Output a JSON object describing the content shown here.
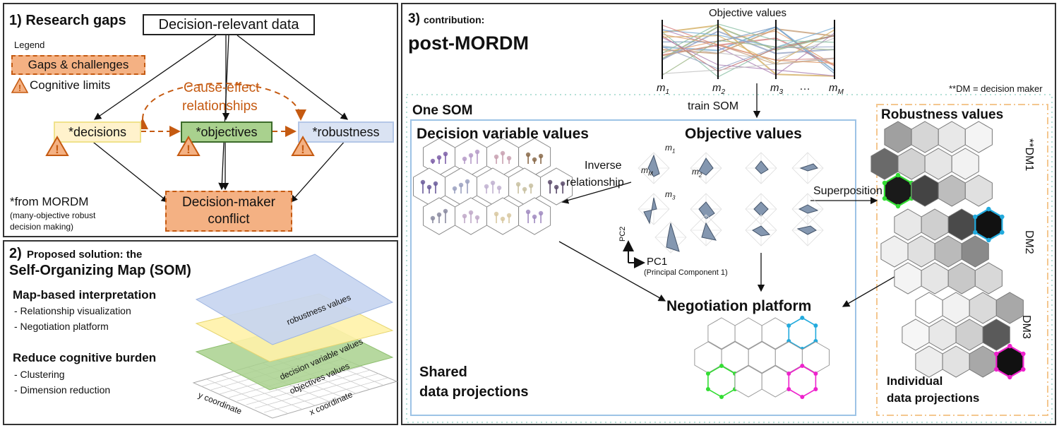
{
  "panel1": {
    "title": "1) Research gaps",
    "top_box": "Decision-relevant data",
    "legend_label": "Legend",
    "legend_gaps": "Gaps & challenges",
    "legend_cognitive": "Cognitive limits",
    "cause_effect_line1": "Cause-effect",
    "cause_effect_line2": "relationships",
    "decisions": "*decisions",
    "objectives": "*objectives",
    "robustness": "*robustness",
    "conflict_line1": "Decision-maker",
    "conflict_line2": "conflict",
    "mordm": "*from MORDM",
    "mordm_sub1": "(many-objective robust",
    "mordm_sub2": "decision making)",
    "warning_glyph": "!"
  },
  "panel2": {
    "num": "2)",
    "title_small": "Proposed solution: the",
    "title_large": "Self-Organizing Map (SOM)",
    "heading1": "Map-based interpretation",
    "item1a": "- Relationship visualization",
    "item1b": "- Negotiation platform",
    "heading2": "Reduce cognitive burden",
    "item2a": "- Clustering",
    "item2b": "- Dimension reduction",
    "layer_robustness": "robustness values",
    "layer_decision": "decision variable values",
    "layer_objectives": "objectives values",
    "axis_y": "y coordinate",
    "axis_x": "x coordinate"
  },
  "panel3": {
    "num": "3)",
    "contribution": "contribution:",
    "title": "post-MORDM",
    "objective_values_top": "Objective values",
    "m1": "m",
    "m1_sub": "1",
    "m2": "m",
    "m2_sub": "2",
    "m3": "m",
    "m3_sub": "3",
    "dots": "…",
    "mM": "m",
    "mM_sub": "M",
    "dm_note": "**DM = decision maker",
    "train_som": "train SOM",
    "one_som": "One SOM",
    "decision_var_values": "Decision variable values",
    "objective_values": "Objective values",
    "inverse_line1": "Inverse",
    "inverse_line2": "relationship",
    "superposition": "Superposition",
    "pc2": "PC2",
    "pc1": "PC1",
    "pc1_sub": "(Principal Component 1)",
    "negotiation": "Negotiation platform",
    "shared_line1": "Shared",
    "shared_line2": "data projections",
    "robustness_values": "Robustness values",
    "dm1": "**DM1",
    "dm2": "DM2",
    "dm3": "DM3",
    "individual_line1": "Individual",
    "individual_line2": "data projections"
  },
  "colors": {
    "orange_fill": "#f4b183",
    "orange_border": "#c55a11",
    "decisions_fill": "#fff2cc",
    "objectives_fill": "#a9d18e",
    "objectives_border": "#548235",
    "robustness_fill": "#dae3f3",
    "som_border": "#9dc3e6",
    "green": "#33dd33",
    "cyan": "#22aadd",
    "magenta": "#ee22cc"
  }
}
